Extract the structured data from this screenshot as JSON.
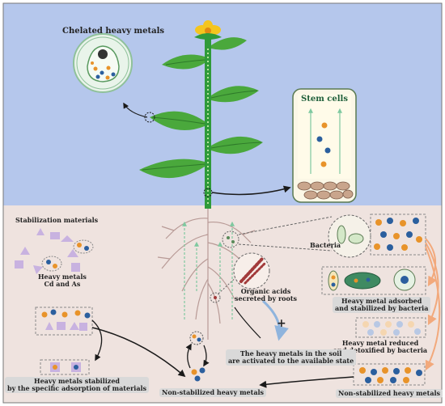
{
  "labels": {
    "chelated": "Chelated heavy metals",
    "stem_cells": "Stem cells",
    "stabilization_materials": "Stabilization materials",
    "heavy_metals_cd_as": "Heavy metals\nCd and As",
    "bacteria": "Bacteria",
    "organic_acids": "Organic acids\nsecreted by roots",
    "adsorbed": "Heavy metal adsorbed\nand stabilized by bacteria",
    "reduced": "Heavy metal reduced\nand detoxified by bacteria",
    "activated": "The heavy metals in the soil\nare activated to the available state",
    "stabilized_materials": "Heavy metals stabilized\nby the specific adsorption of materials",
    "non_stabilized_center": "Non-stabilized heavy metals",
    "non_stabilized_right": "Non-stabilized heavy metals",
    "plus": "+"
  },
  "colors": {
    "sky": "#b5c7ec",
    "soil": "#efe3df",
    "stem": "#2f9a3a",
    "leaf": "#4aa83c",
    "metal_orange": "#e8932a",
    "metal_blue": "#2b5f9e",
    "material_purple": "#c8b2e0",
    "arrow_orange": "#f2a97c",
    "arrow_dark": "#1a1a1a"
  }
}
